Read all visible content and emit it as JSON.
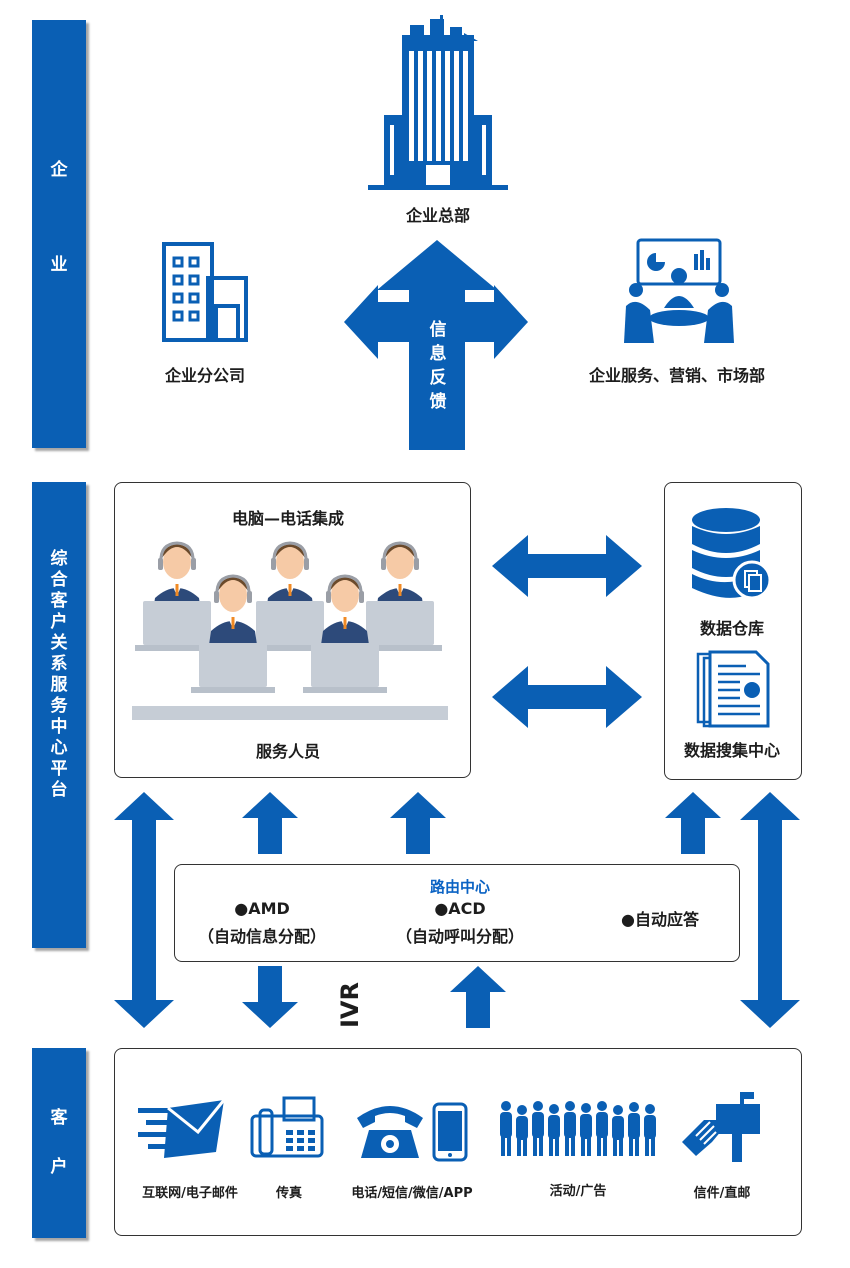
{
  "sections": {
    "enterprise": [
      "企",
      "业"
    ],
    "platform": [
      "综",
      "合",
      "客",
      "户",
      "关",
      "系",
      "服",
      "务",
      "中",
      "心",
      "平",
      "台"
    ],
    "customer": [
      "客",
      "户"
    ]
  },
  "enterprise": {
    "hq_label": "企业总部",
    "branch_label": "企业分公司",
    "dept_label": "企业服务、营销、市场部",
    "feedback_chars": [
      "信",
      "息",
      "反",
      "馈"
    ]
  },
  "platform": {
    "cti_title": "电脑—电话集成",
    "staff_label": "服务人员",
    "warehouse_label": "数据仓库",
    "collection_label": "数据搜集中心"
  },
  "routing": {
    "title": "路由中心",
    "amd": "●AMD",
    "amd_desc": "（自动信息分配）",
    "acd": "●ACD",
    "acd_desc": "（自动呼叫分配）",
    "auto_answer": "●自动应答",
    "ivr": "IVR"
  },
  "channels": {
    "internet": "互联网/电子邮件",
    "fax": "传真",
    "phone": "电话/短信/微信/APP",
    "events": "活动/广告",
    "mail": "信件/直邮"
  },
  "colors": {
    "primary": "#0a5fb4",
    "accent": "#0b63c4"
  }
}
